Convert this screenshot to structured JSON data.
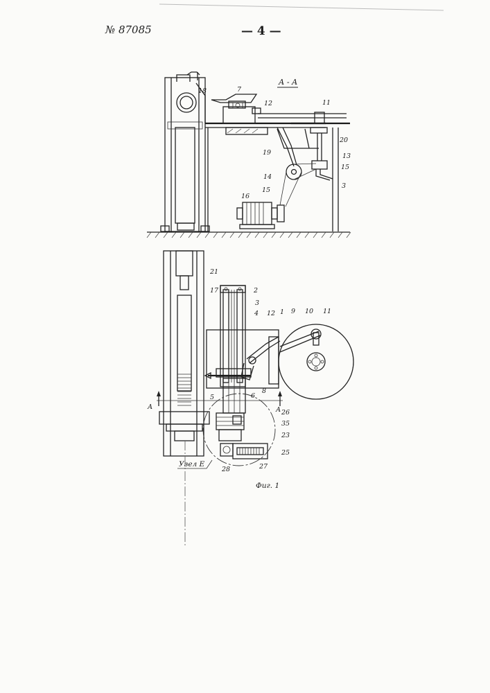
{
  "header": {
    "patent_number": "№ 87085",
    "page_number": "— 4 —"
  },
  "section": {
    "title": "А - А"
  },
  "labels": {
    "top": [
      "18",
      "7",
      "12",
      "11",
      "20",
      "13",
      "15",
      "3",
      "19",
      "14",
      "15",
      "16"
    ],
    "bottom": [
      "21",
      "17",
      "2",
      "3",
      "4",
      "12",
      "1",
      "9",
      "10",
      "11",
      "5",
      "6",
      "8",
      "26",
      "35",
      "23",
      "25",
      "27",
      "28"
    ],
    "section_mark_left": "А",
    "section_mark_right": "А",
    "detail_label": "Узел Е"
  },
  "figure": {
    "caption": "Фиг. 1"
  }
}
